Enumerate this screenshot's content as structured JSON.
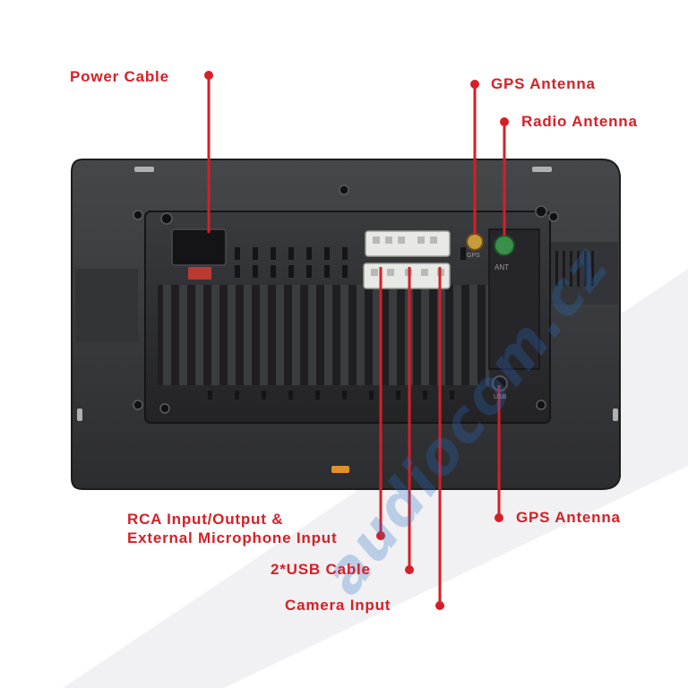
{
  "labels": {
    "power_cable": "Power Cable",
    "gps_antenna_top": "GPS Antenna",
    "radio_antenna": "Radio Antenna",
    "gps_antenna_side": "GPS Antenna",
    "rca_line1": "RCA Input/Output &",
    "rca_line2": "External Microphone Input",
    "usb_cable": "2*USB Cable",
    "camera_input": "Camera Input"
  },
  "device_marks": {
    "gps_port": "GPS",
    "ant_port": "ANT",
    "usb_port": "USB"
  },
  "watermark": "audiocom.cz",
  "colors": {
    "accent": "#d61f26",
    "device_body": "#2b2b2d",
    "device_bezel": "#3a3b3e",
    "connector": "#e8e8e4",
    "watermark": "#2f6fc8"
  }
}
